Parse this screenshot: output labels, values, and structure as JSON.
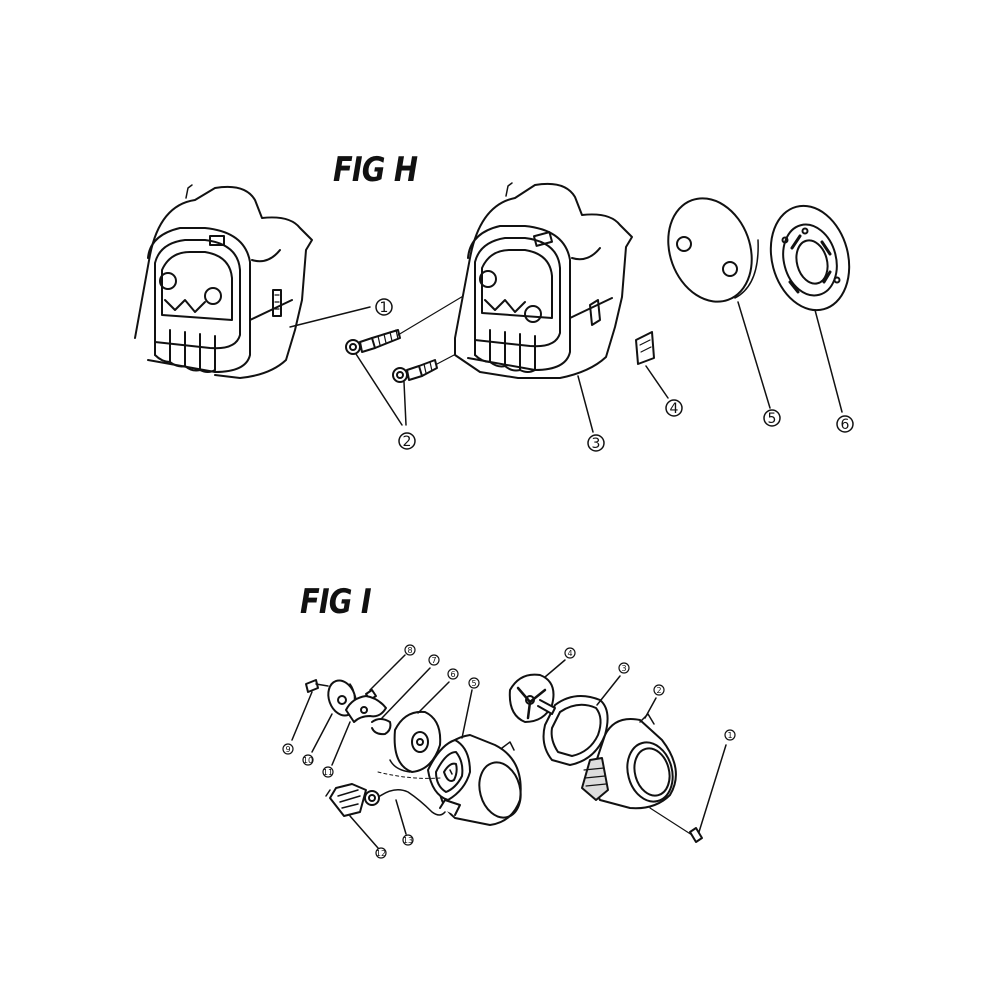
{
  "figures": [
    {
      "title": "FIG H",
      "callouts": [
        "1",
        "2",
        "3",
        "4",
        "5",
        "6"
      ]
    },
    {
      "title": "FIG I",
      "callouts": [
        "1",
        "2",
        "3",
        "4",
        "5",
        "6",
        "7",
        "8",
        "9",
        "10",
        "11",
        "12",
        "13"
      ]
    }
  ],
  "colors": {
    "ink": "#111111",
    "paper": "#ffffff"
  }
}
